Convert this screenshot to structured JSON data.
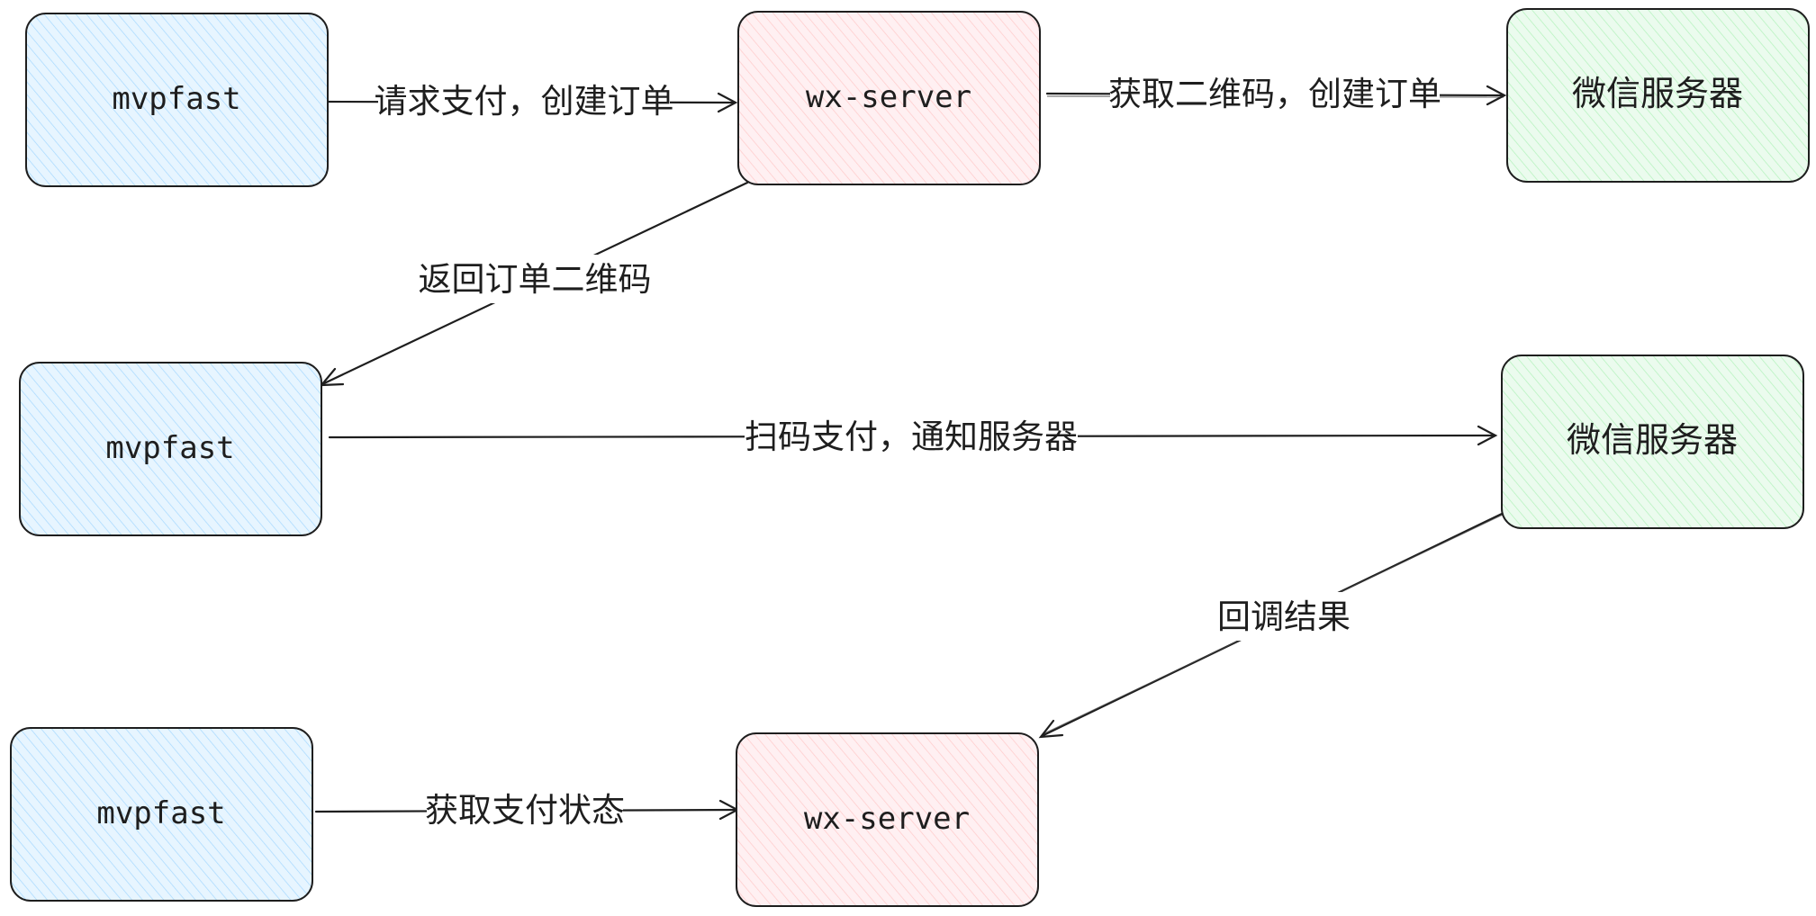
{
  "nodes": {
    "mvpfast_1": {
      "label": "mvpfast",
      "fill": "#e7f5ff"
    },
    "wx_server_1": {
      "label": "wx-server",
      "fill": "#fff0f2"
    },
    "wechat_server_1": {
      "label": "微信服务器",
      "fill": "#ebfbee"
    },
    "mvpfast_2": {
      "label": "mvpfast",
      "fill": "#e7f5ff"
    },
    "wechat_server_2": {
      "label": "微信服务器",
      "fill": "#ebfbee"
    },
    "mvpfast_3": {
      "label": "mvpfast",
      "fill": "#e7f5ff"
    },
    "wx_server_2": {
      "label": "wx-server",
      "fill": "#fff0f2"
    }
  },
  "edges": {
    "request_pay": {
      "label": "请求支付，创建订单"
    },
    "get_qrcode": {
      "label": "获取二维码，创建订单"
    },
    "return_qrcode": {
      "label": "返回订单二维码"
    },
    "scan_pay": {
      "label": "扫码支付，通知服务器"
    },
    "callback": {
      "label": "回调结果"
    },
    "get_status": {
      "label": "获取支付状态"
    }
  },
  "colors": {
    "blue_fill": "#e7f5ff",
    "blue_hatch": "#a5d8ff",
    "pink_fill": "#fff0f2",
    "pink_hatch": "#ffc9c9",
    "green_fill": "#ebfbee",
    "green_hatch": "#b2f2bb",
    "stroke": "#1e1e1e"
  }
}
